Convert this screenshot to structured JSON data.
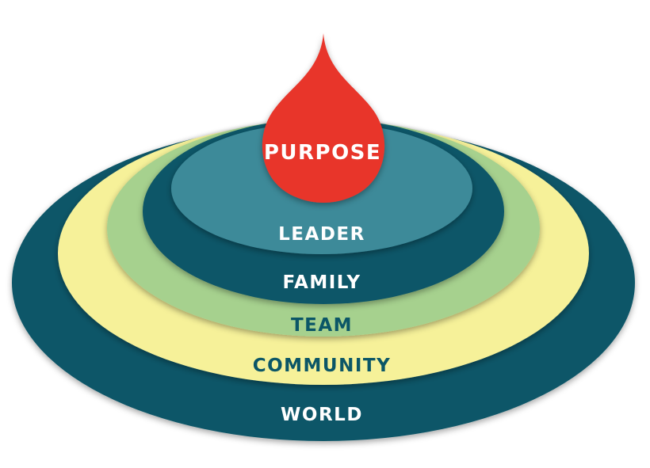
{
  "diagram": {
    "drop": {
      "label": "PURPOSE",
      "color": "#E8352A",
      "text_color": "#FFFFFF"
    },
    "layers": [
      {
        "label": "LEADER",
        "fill": "#3E8A99",
        "text_color": "#FFFFFF"
      },
      {
        "label": "FAMILY",
        "fill": "#0B5667",
        "text_color": "#FFFFFF"
      },
      {
        "label": "TEAM",
        "fill": "#A6D18E",
        "text_color": "#0B5667"
      },
      {
        "label": "COMMUNITY",
        "fill": "#F6F199",
        "text_color": "#0B5667"
      },
      {
        "label": "WORLD",
        "fill": "#0B5667",
        "text_color": "#FFFFFF"
      }
    ]
  }
}
